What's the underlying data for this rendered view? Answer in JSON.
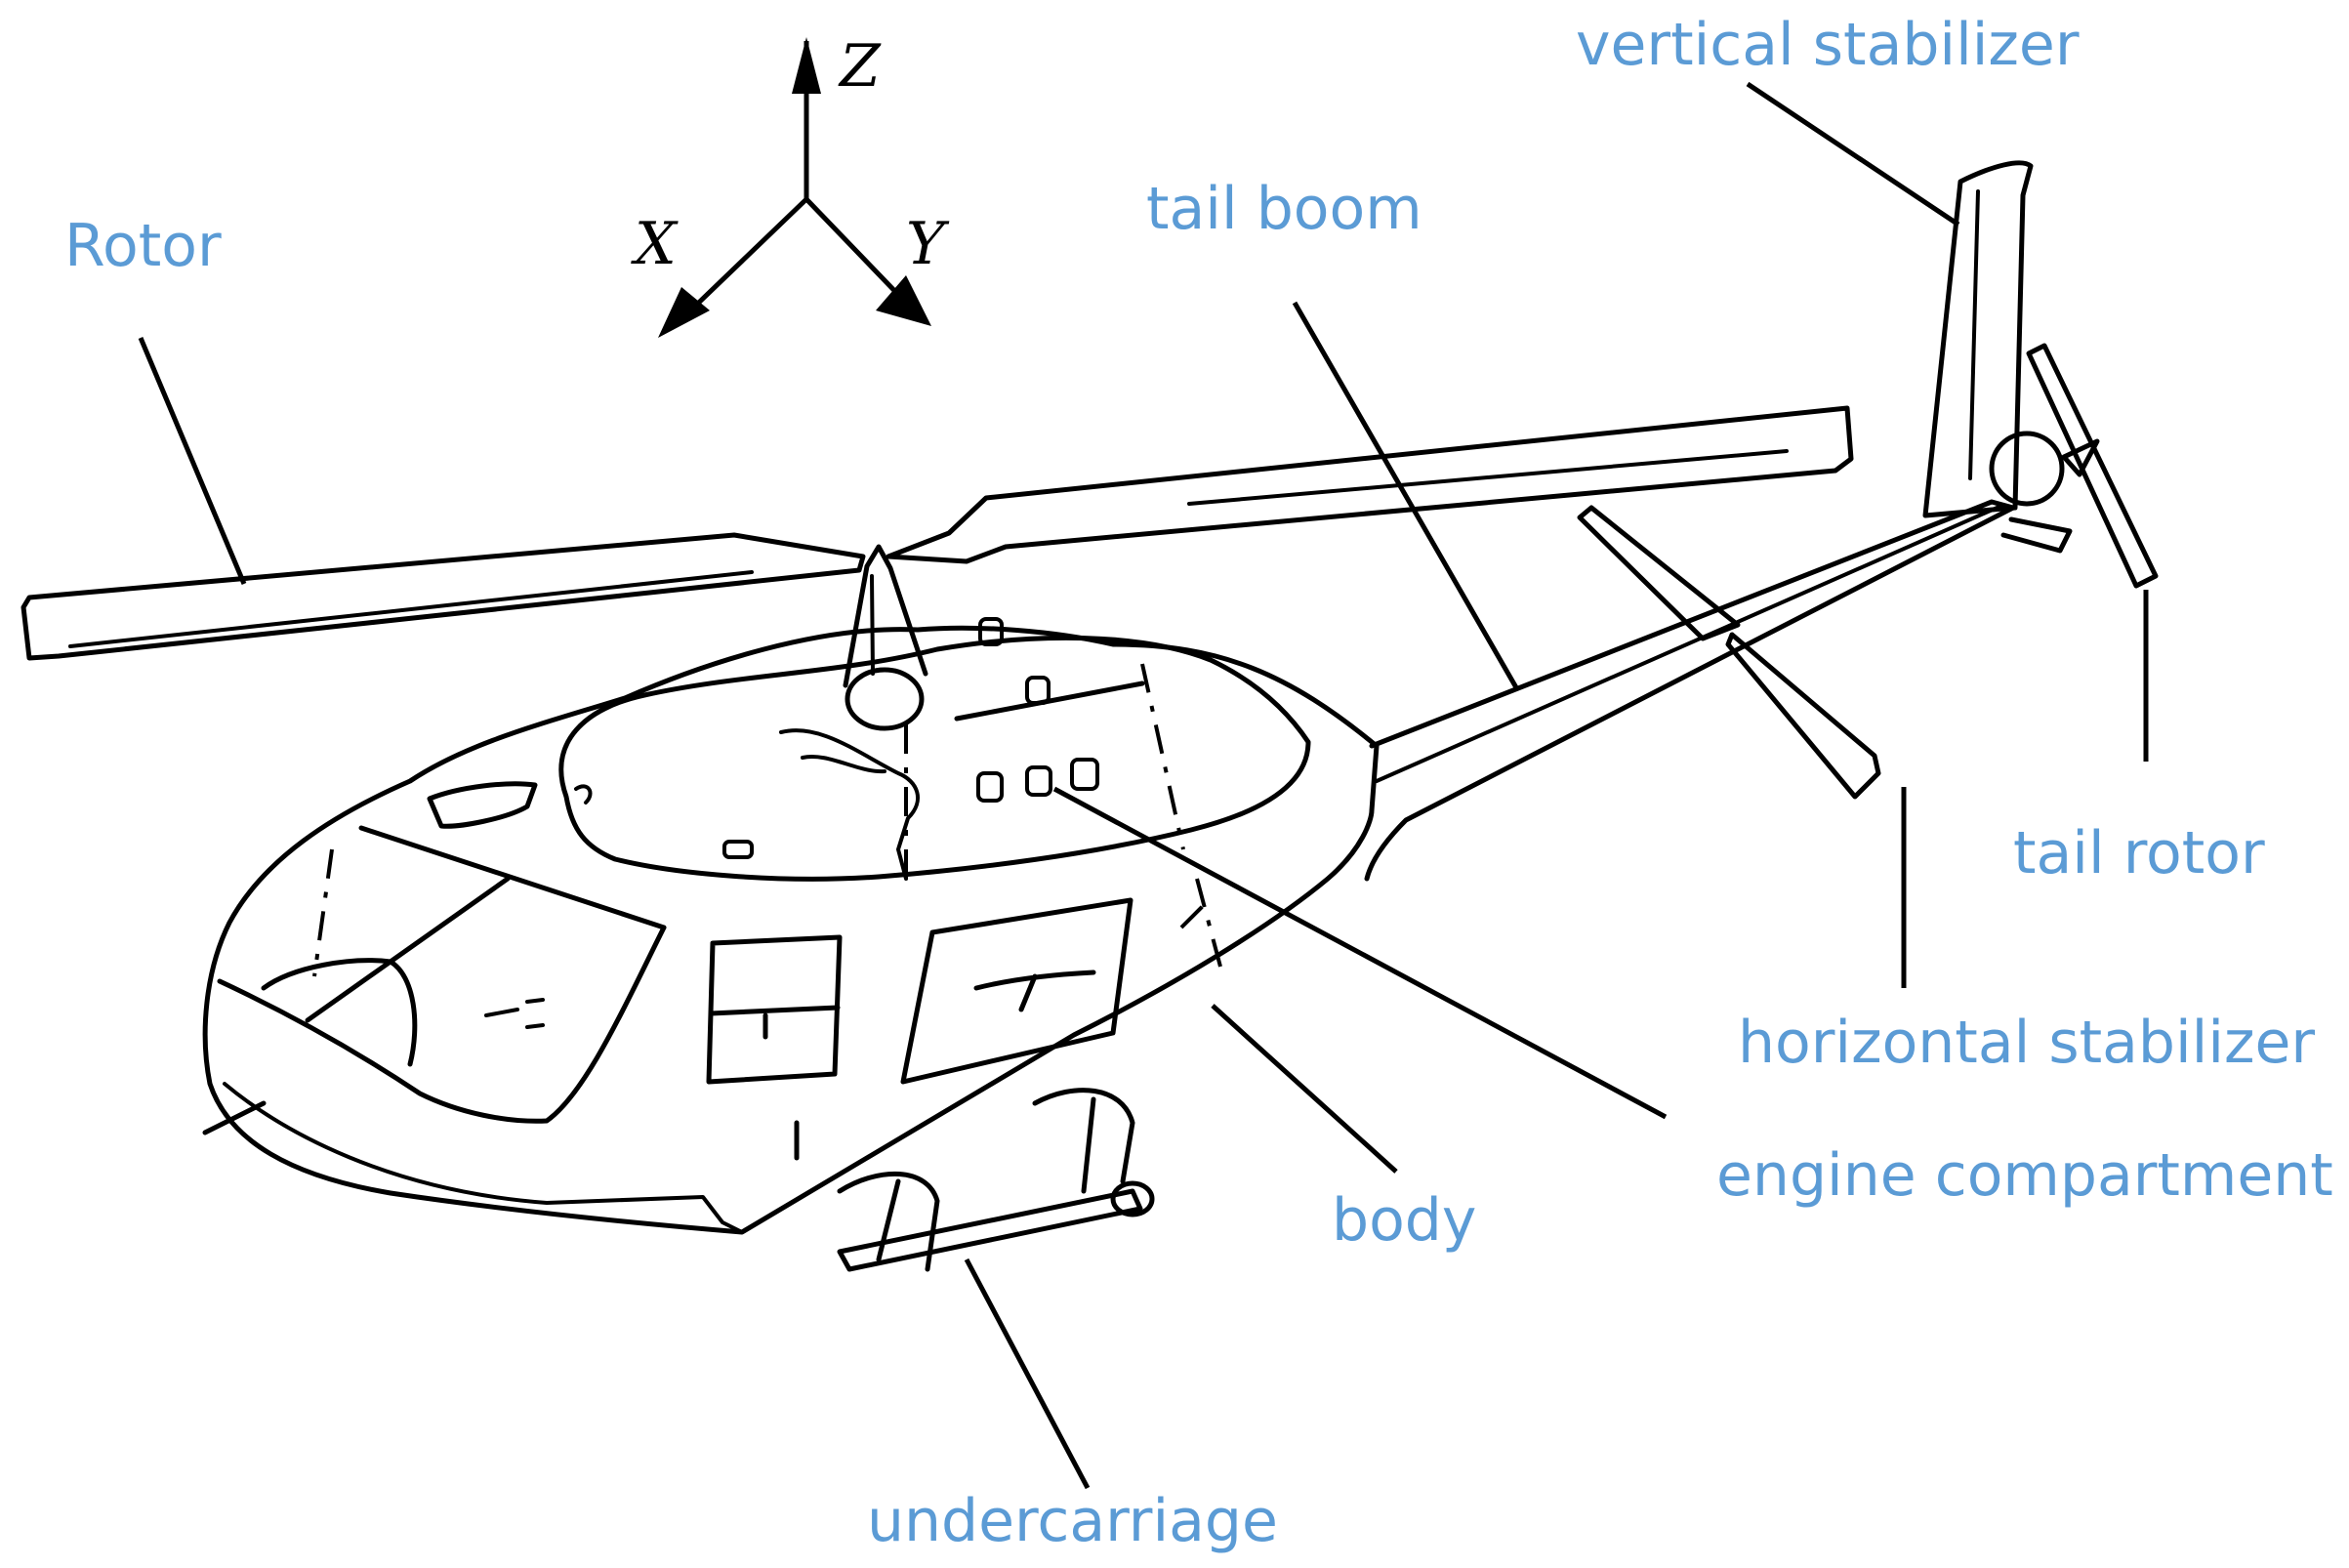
{
  "labels": {
    "rotor": "Rotor",
    "tail_boom": "tail boom",
    "vertical_stabilizer": "vertical stabilizer",
    "tail_rotor": "tail rotor",
    "horizontal_stabilizer": "horizontal stabilizer",
    "engine_compartment": "engine compartment",
    "body": "body",
    "undercarriage": "undercarriage"
  },
  "axes": {
    "x": "X",
    "y": "Y",
    "z": "Z"
  },
  "colors": {
    "label": "#5b9bd5",
    "line": "#000000"
  }
}
